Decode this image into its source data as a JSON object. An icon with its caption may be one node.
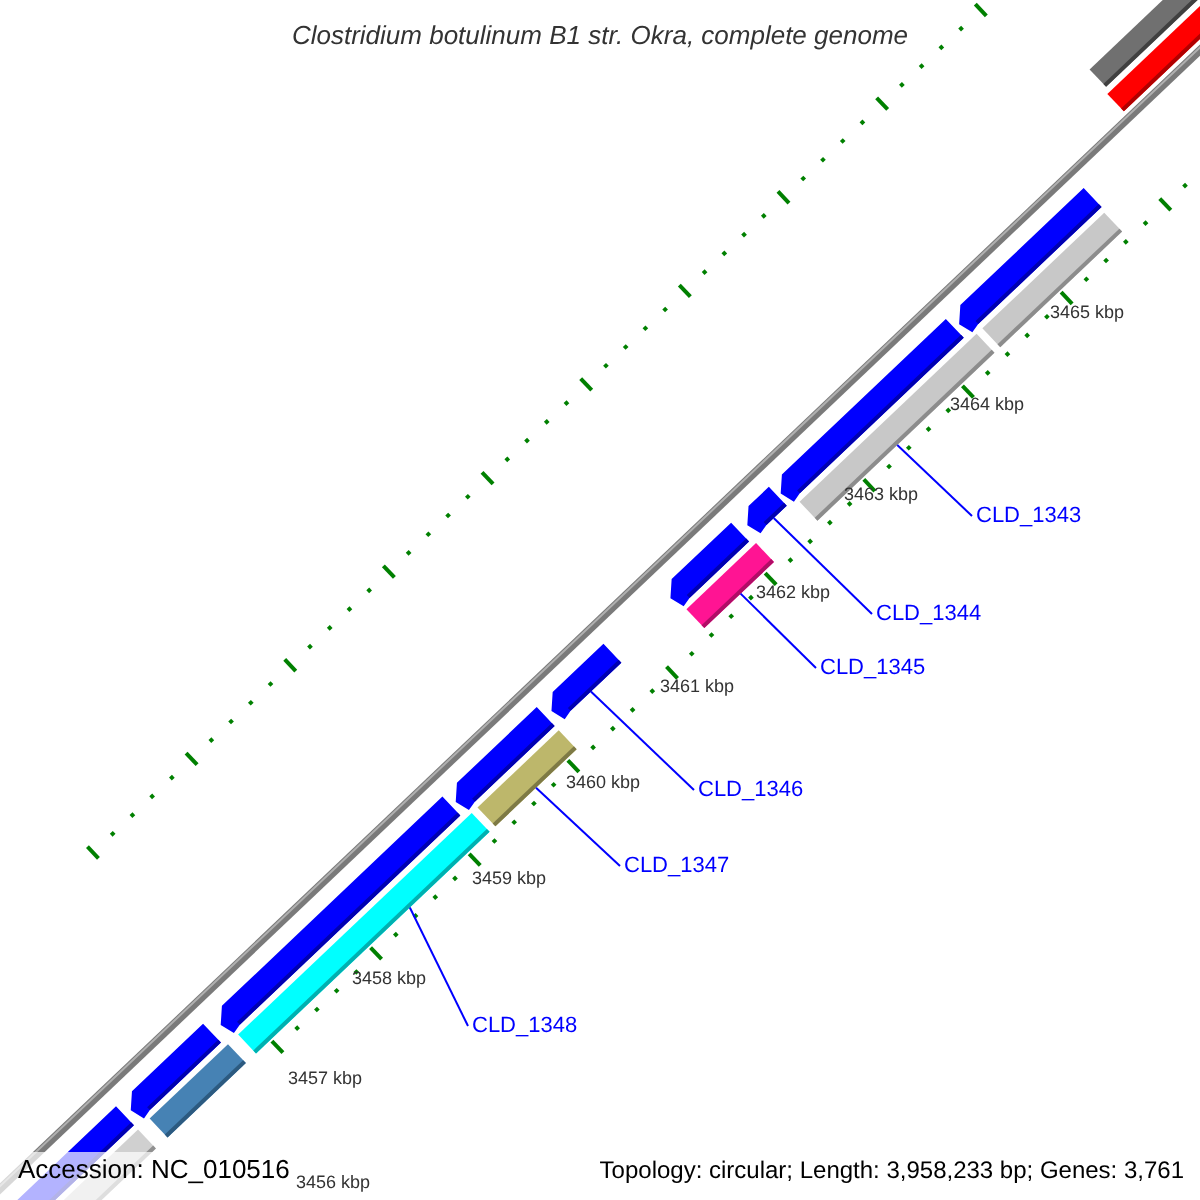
{
  "diagram": {
    "title": "Clostridium botulinum B1 str. Okra, complete genome",
    "nodes": [
      {
        "text": [
          "CLD_1343"
        ]
      },
      {
        "text": [
          "CLD_1344"
        ]
      },
      {
        "text": [
          "CLD_1345"
        ]
      },
      {
        "text": [
          "CLD_1346"
        ]
      },
      {
        "text": [
          "CLD_1347"
        ]
      },
      {
        "text": [
          "CLD_1348"
        ]
      },
      {
        "text": [],
        "shape": "bar"
      },
      {
        "text": [],
        "shape": "arrow"
      },
      {
        "text": [],
        "shape": "bar"
      },
      {
        "text": [],
        "shape": "arrow"
      },
      {
        "text": [],
        "shape": "bar"
      },
      {
        "text": [],
        "shape": "bar"
      }
    ],
    "edges": [
      {
        "from": 0,
        "to": 6,
        "arrow": "none"
      },
      {
        "from": 1,
        "to": 7,
        "arrow": "none"
      },
      {
        "from": 2,
        "to": 8,
        "arrow": "none"
      },
      {
        "from": 3,
        "to": 9,
        "arrow": "none"
      },
      {
        "from": 4,
        "to": 10,
        "arrow": "none"
      },
      {
        "from": 5,
        "to": 11,
        "arrow": "none"
      }
    ],
    "labels": [
      "3465 kbp",
      "3464 kbp",
      "3463 kbp",
      "3462 kbp",
      "3461 kbp",
      "3460 kbp",
      "3459 kbp",
      "3458 kbp",
      "3457 kbp",
      "3456 kbp",
      "Accession: NC_010516",
      "Topology: circular; Length: 3,958,233 bp; Genes: 3,761"
    ]
  }
}
